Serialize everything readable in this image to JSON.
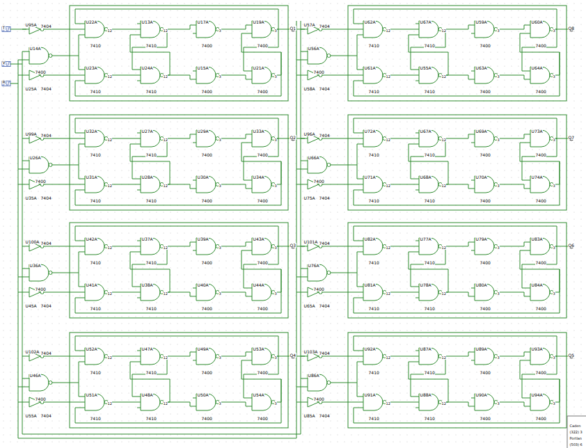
{
  "diagram": {
    "labels": [
      "T",
      "V",
      "R",
      "U95A",
      "7404",
      "U14A",
      "7400",
      "U25A",
      "7404",
      "U22A",
      "7410",
      "12",
      "U13A",
      "7410",
      "12",
      "U17A",
      "7400",
      "3",
      "U19A",
      "7400",
      "3",
      "U23A",
      "7410",
      "12",
      "U24A",
      "7410",
      "12",
      "U15A",
      "7400",
      "3",
      "U21A",
      "7400",
      "3",
      "Q1",
      "U57A",
      "7404",
      "U56A",
      "7400",
      "U58A",
      "7404",
      "U62A",
      "7410",
      "12",
      "U67A",
      "7410",
      "12",
      "U59A",
      "7400",
      "3",
      "U60A",
      "7400",
      "3",
      "U61A",
      "7410",
      "12",
      "U55A",
      "7410",
      "12",
      "U63A",
      "7400",
      "3",
      "U64A",
      "7400",
      "3",
      "Q8",
      "U99A",
      "7404",
      "U26A",
      "7400",
      "U35A",
      "7404",
      "U32A",
      "7410",
      "12",
      "U27A",
      "7410",
      "12",
      "U29A",
      "7400",
      "3",
      "U33A",
      "7400",
      "3",
      "U31A",
      "7410",
      "12",
      "U28A",
      "7410",
      "12",
      "U30A",
      "7400",
      "3",
      "U34A",
      "7400",
      "3",
      "Q2",
      "U96A",
      "7404",
      "U66A",
      "7400",
      "U75A",
      "7404",
      "U72A",
      "7410",
      "12",
      "U67A",
      "7410",
      "12",
      "U69A",
      "7400",
      "3",
      "U73A",
      "7400",
      "3",
      "U71A",
      "7410",
      "12",
      "U68A",
      "7410",
      "12",
      "U70A",
      "7400",
      "3",
      "U74A",
      "7400",
      "3",
      "Q7",
      "U100A",
      "7404",
      "U36A",
      "7400",
      "U45A",
      "7404",
      "U42A",
      "7410",
      "12",
      "U37A",
      "7410",
      "12",
      "U39A",
      "7400",
      "3",
      "U43A",
      "7400",
      "3",
      "U41A",
      "7410",
      "12",
      "U38A",
      "7410",
      "12",
      "U40A",
      "7400",
      "3",
      "U44A",
      "7400",
      "3",
      "Q3",
      "U101A",
      "7404",
      "U76A",
      "7400",
      "U65A",
      "7404",
      "U82A",
      "7410",
      "12",
      "U77A",
      "7410",
      "12",
      "U79A",
      "7400",
      "3",
      "U83A",
      "7400",
      "3",
      "U81A",
      "7410",
      "12",
      "U78A",
      "7410",
      "12",
      "U80A",
      "7400",
      "3",
      "U84A",
      "7400",
      "3",
      "Q6",
      "U102A",
      "7404",
      "U46A",
      "7400",
      "U55A",
      "7404",
      "U52A",
      "7410",
      "12",
      "U47A",
      "7410",
      "12",
      "U49A",
      "7400",
      "3",
      "U53A",
      "7400",
      "3",
      "U51A",
      "7410",
      "12",
      "U48A",
      "7410",
      "12",
      "U50A",
      "7400",
      "3",
      "U54A",
      "7400",
      "3",
      "Q4",
      "U103A",
      "7404",
      "U86A",
      "7400",
      "U85A",
      "7404",
      "U92A",
      "7410",
      "12",
      "U87A",
      "7410",
      "12",
      "U89A",
      "7400",
      "3",
      "U93A",
      "7400",
      "3",
      "U91A",
      "7410",
      "12",
      "U88A",
      "7410",
      "12",
      "U90A",
      "7400",
      "3",
      "U94A",
      "7400",
      "3",
      "Q5",
      "Caden",
      "(322) 3",
      "Portlan",
      "(503) 6"
    ]
  }
}
